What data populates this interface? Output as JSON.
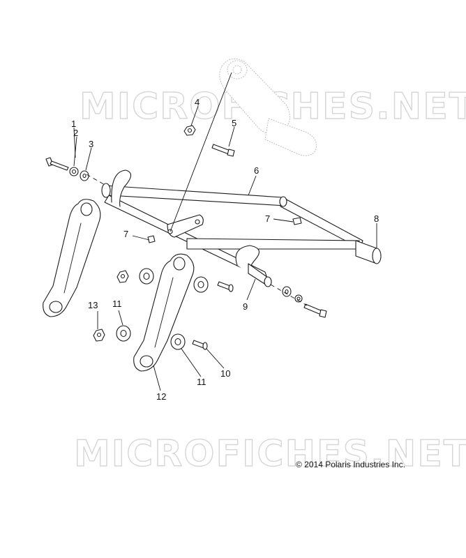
{
  "watermark": {
    "top": "MICROFICHES.NET",
    "bottom": "MICROFICHES.NET"
  },
  "copyright": "© 2014 Polaris Industries Inc.",
  "callouts": [
    {
      "id": "c1",
      "label": "1"
    },
    {
      "id": "c2",
      "label": "2"
    },
    {
      "id": "c3",
      "label": "3"
    },
    {
      "id": "c4",
      "label": "4"
    },
    {
      "id": "c5",
      "label": "5"
    },
    {
      "id": "c6",
      "label": "6"
    },
    {
      "id": "c7a",
      "label": "7"
    },
    {
      "id": "c7b",
      "label": "7"
    },
    {
      "id": "c8",
      "label": "8"
    },
    {
      "id": "c9",
      "label": "9"
    },
    {
      "id": "c10",
      "label": "10"
    },
    {
      "id": "c11a",
      "label": "11"
    },
    {
      "id": "c11b",
      "label": "11"
    },
    {
      "id": "c12",
      "label": "12"
    },
    {
      "id": "c13",
      "label": "13"
    }
  ]
}
